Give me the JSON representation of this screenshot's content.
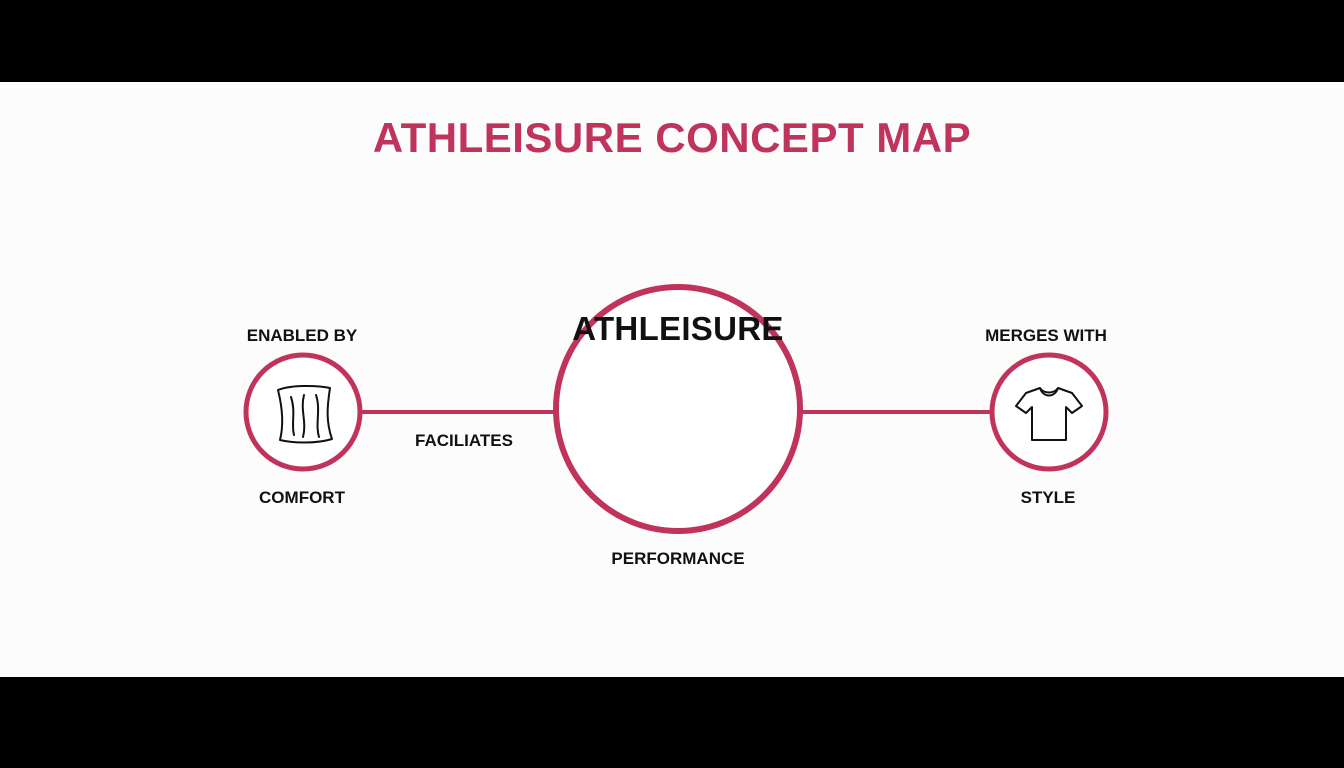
{
  "title": "ATHLEISURE CONCEPT MAP",
  "colors": {
    "accent": "#c0345c",
    "text": "#111111",
    "background": "#fcfcfd",
    "letterbox": "#000000"
  },
  "center_node": {
    "label": "ATHLEISURE",
    "below_label": "PERFORMANCE"
  },
  "left_node": {
    "top_label": "ENABLED BY",
    "bottom_label": "COMFORT",
    "icon": "fabric-icon"
  },
  "right_node": {
    "top_label": "MERGES WITH",
    "bottom_label": "STYLE",
    "icon": "t-shirt-icon"
  },
  "left_link_label": "FACILIATES"
}
